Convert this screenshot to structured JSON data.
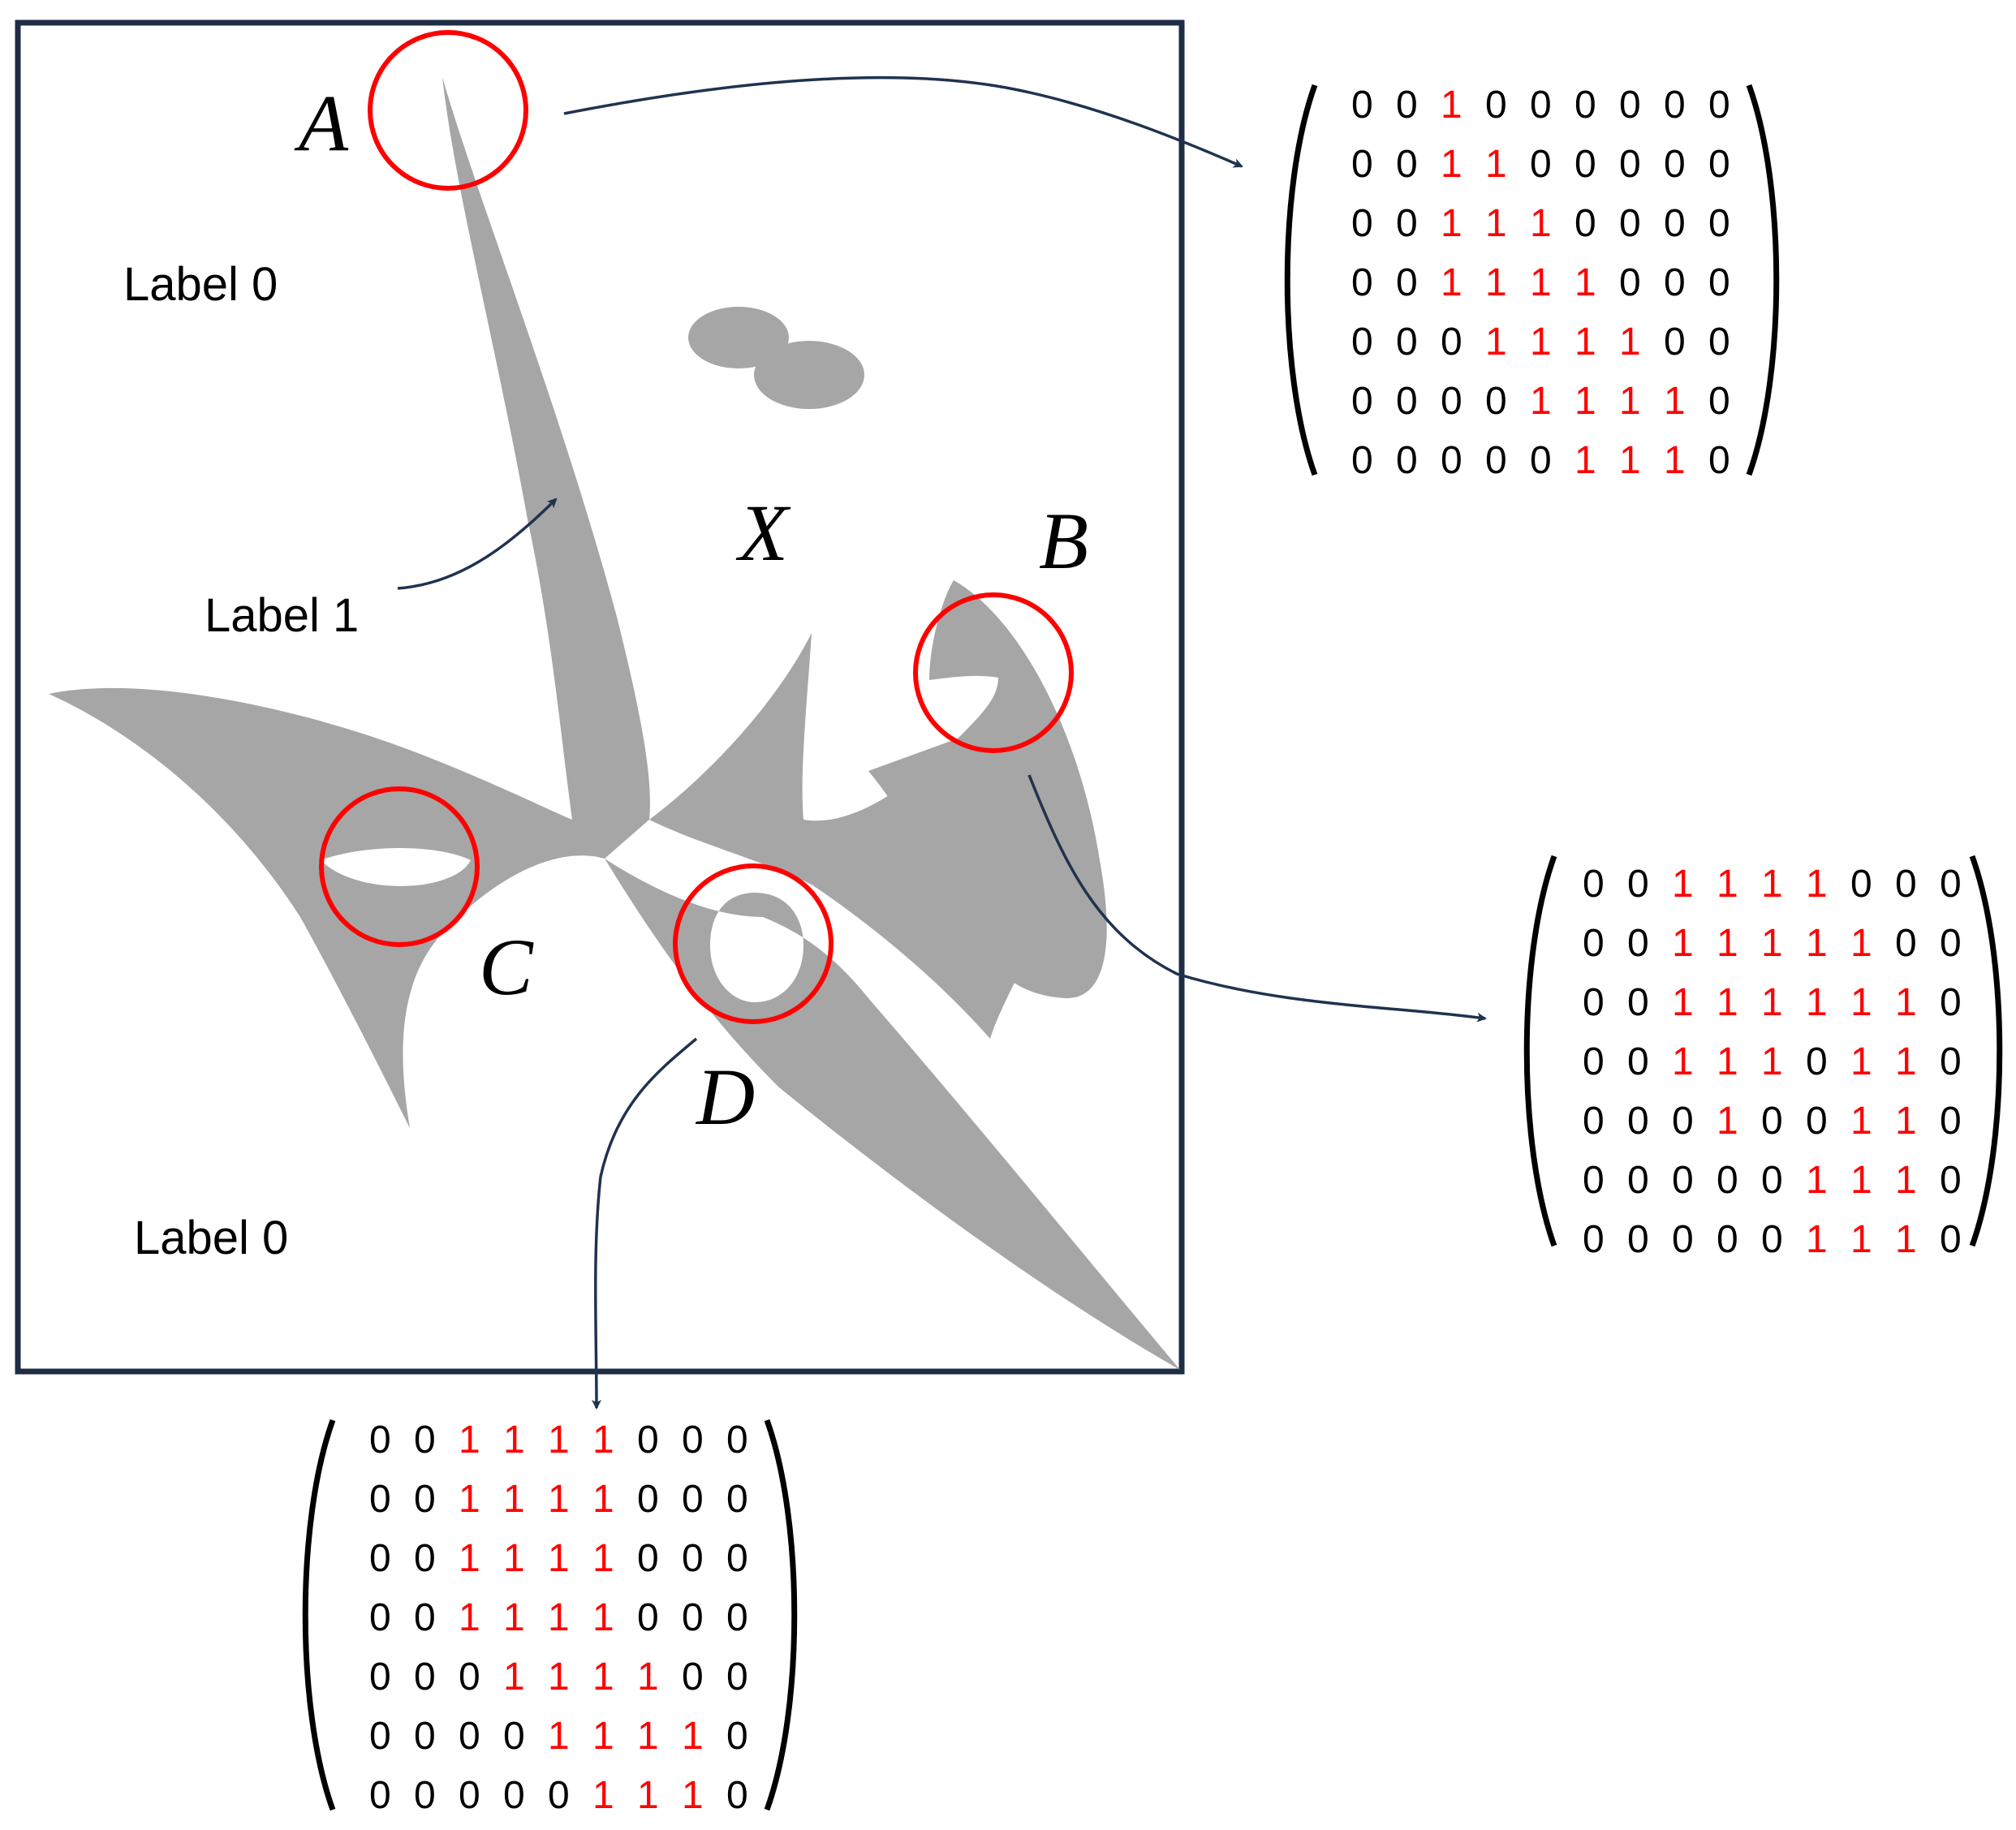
{
  "colors": {
    "frame": "#1f2d44",
    "shape": "#a6a6a6",
    "circle": "#ff0000",
    "arrow": "#1f3350",
    "zero": "#000000",
    "one": "#ff0000"
  },
  "labels": {
    "background_top": "Label 0",
    "background_bottom": "Label 0",
    "foreground": "Label 1",
    "space": "X"
  },
  "points": {
    "a": "A",
    "b": "B",
    "c": "C",
    "d": "D"
  },
  "matrices": {
    "a": [
      "0 0 1 0 0 0 0 0 0",
      "0 0 1 1 0 0 0 0 0",
      "0 0 1 1 1 0 0 0 0",
      "0 0 1 1 1 1 0 0 0",
      "0 0 0 1 1 1 1 0 0",
      "0 0 0 0 1 1 1 1 0",
      "0 0 0 0 0 1 1 1 0"
    ],
    "b": [
      "0 0 1 1 1 1 0 0 0",
      "0 0 1 1 1 1 1 0 0",
      "0 0 1 1 1 1 1 1 0",
      "0 0 1 1 1 0 1 1 0",
      "0 0 0 1 0 0 1 1 0",
      "0 0 0 0 0 1 1 1 0",
      "0 0 0 0 0 1 1 1 0"
    ],
    "d": [
      "0 0 1 1 1 1 0 0 0",
      "0 0 1 1 1 1 0 0 0",
      "0 0 1 1 1 1 0 0 0",
      "0 0 1 1 1 1 0 0 0",
      "0 0 0 1 1 1 1 0 0",
      "0 0 0 0 1 1 1 1 0",
      "0 0 0 0 0 1 1 1 0"
    ]
  }
}
